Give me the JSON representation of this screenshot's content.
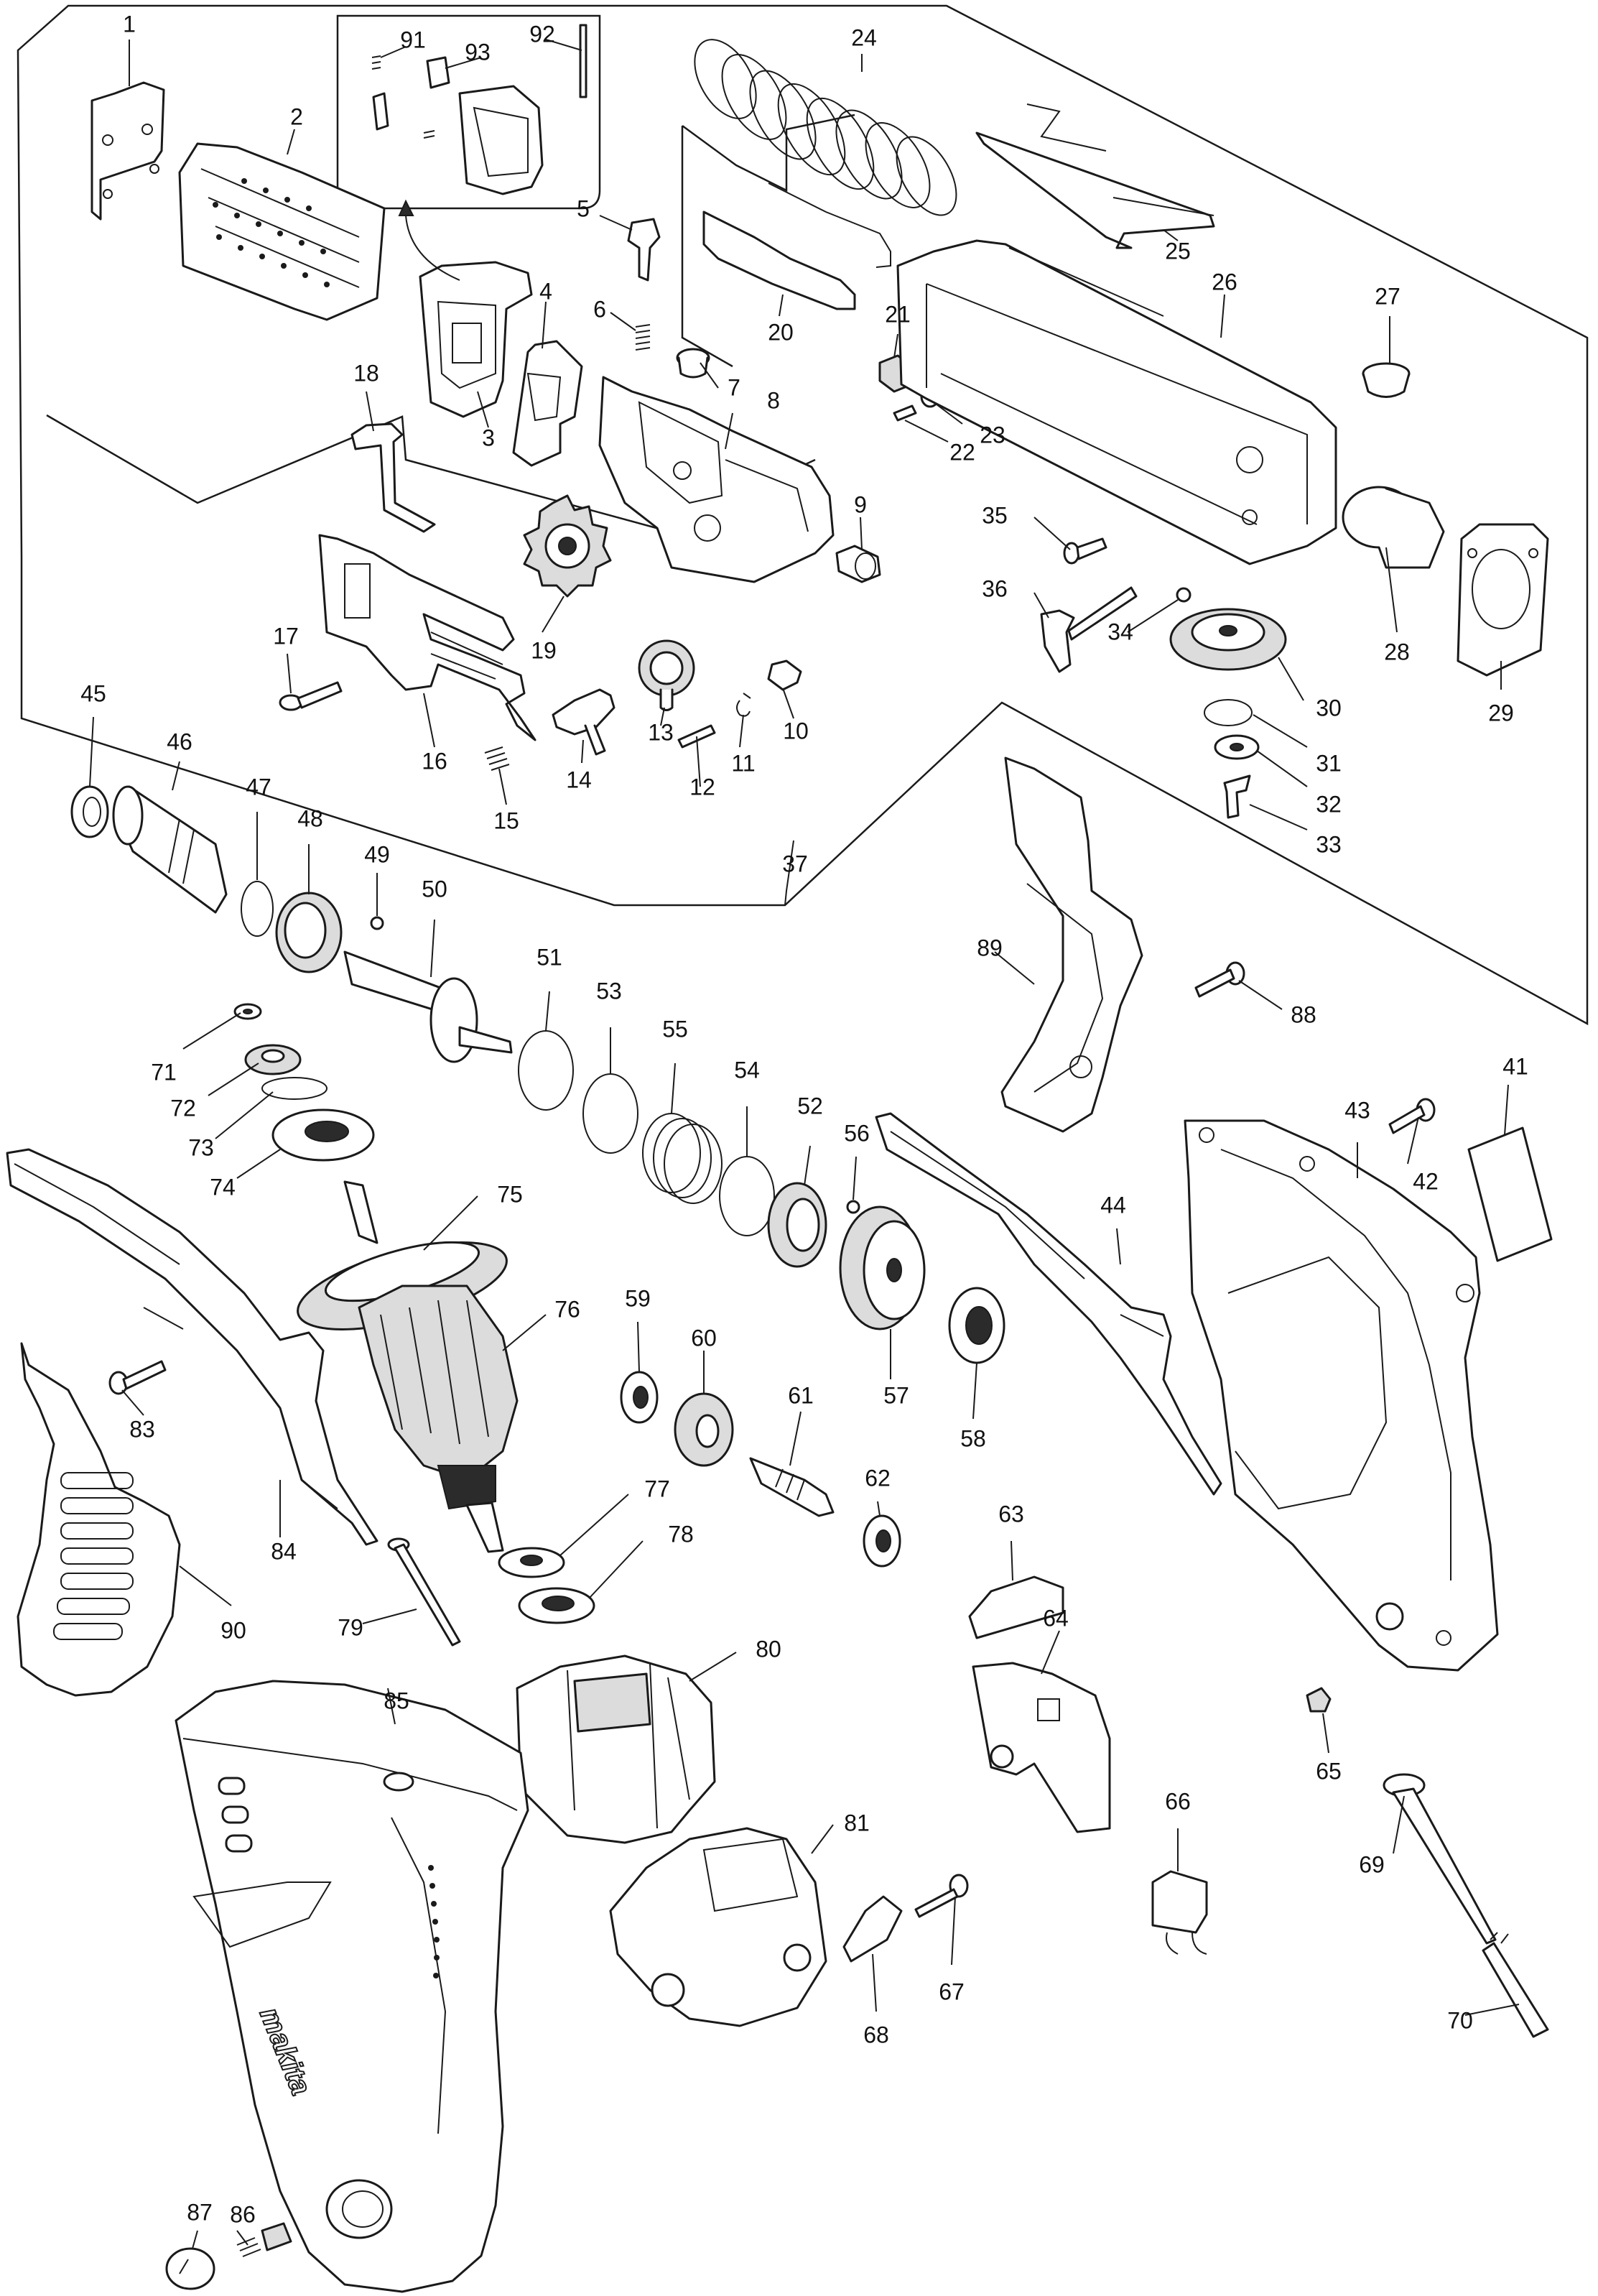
{
  "diagram": {
    "parts": [
      {
        "id": "p1",
        "label": "1"
      },
      {
        "id": "p2",
        "label": "2"
      },
      {
        "id": "p3",
        "label": "3"
      },
      {
        "id": "p4",
        "label": "4"
      },
      {
        "id": "p5",
        "label": "5"
      },
      {
        "id": "p6",
        "label": "6"
      },
      {
        "id": "p7",
        "label": "7"
      },
      {
        "id": "p8",
        "label": "8"
      },
      {
        "id": "p9",
        "label": "9"
      },
      {
        "id": "p10",
        "label": "10"
      },
      {
        "id": "p11",
        "label": "11"
      },
      {
        "id": "p12",
        "label": "12"
      },
      {
        "id": "p13",
        "label": "13"
      },
      {
        "id": "p14",
        "label": "14"
      },
      {
        "id": "p15",
        "label": "15"
      },
      {
        "id": "p16",
        "label": "16"
      },
      {
        "id": "p17",
        "label": "17"
      },
      {
        "id": "p18",
        "label": "18"
      },
      {
        "id": "p19",
        "label": "19"
      },
      {
        "id": "p20",
        "label": "20"
      },
      {
        "id": "p21",
        "label": "21"
      },
      {
        "id": "p22",
        "label": "22"
      },
      {
        "id": "p23",
        "label": "23"
      },
      {
        "id": "p24",
        "label": "24"
      },
      {
        "id": "p25",
        "label": "25"
      },
      {
        "id": "p26",
        "label": "26"
      },
      {
        "id": "p27",
        "label": "27"
      },
      {
        "id": "p28",
        "label": "28"
      },
      {
        "id": "p29",
        "label": "29"
      },
      {
        "id": "p30",
        "label": "30"
      },
      {
        "id": "p31",
        "label": "31"
      },
      {
        "id": "p32",
        "label": "32"
      },
      {
        "id": "p33",
        "label": "33"
      },
      {
        "id": "p34",
        "label": "34"
      },
      {
        "id": "p35",
        "label": "35"
      },
      {
        "id": "p36",
        "label": "36"
      },
      {
        "id": "p37",
        "label": "37"
      },
      {
        "id": "p41",
        "label": "41"
      },
      {
        "id": "p42",
        "label": "42"
      },
      {
        "id": "p43",
        "label": "43"
      },
      {
        "id": "p44",
        "label": "44"
      },
      {
        "id": "p45",
        "label": "45"
      },
      {
        "id": "p46",
        "label": "46"
      },
      {
        "id": "p47",
        "label": "47"
      },
      {
        "id": "p48",
        "label": "48"
      },
      {
        "id": "p49",
        "label": "49"
      },
      {
        "id": "p50",
        "label": "50"
      },
      {
        "id": "p51",
        "label": "51"
      },
      {
        "id": "p52",
        "label": "52"
      },
      {
        "id": "p53",
        "label": "53"
      },
      {
        "id": "p54",
        "label": "54"
      },
      {
        "id": "p55",
        "label": "55"
      },
      {
        "id": "p56",
        "label": "56"
      },
      {
        "id": "p57",
        "label": "57"
      },
      {
        "id": "p58",
        "label": "58"
      },
      {
        "id": "p59",
        "label": "59"
      },
      {
        "id": "p60",
        "label": "60"
      },
      {
        "id": "p61",
        "label": "61"
      },
      {
        "id": "p62",
        "label": "62"
      },
      {
        "id": "p63",
        "label": "63"
      },
      {
        "id": "p64",
        "label": "64"
      },
      {
        "id": "p65",
        "label": "65"
      },
      {
        "id": "p66",
        "label": "66"
      },
      {
        "id": "p67",
        "label": "67"
      },
      {
        "id": "p68",
        "label": "68"
      },
      {
        "id": "p69",
        "label": "69"
      },
      {
        "id": "p70",
        "label": "70"
      },
      {
        "id": "p71",
        "label": "71"
      },
      {
        "id": "p72",
        "label": "72"
      },
      {
        "id": "p73",
        "label": "73"
      },
      {
        "id": "p74",
        "label": "74"
      },
      {
        "id": "p75",
        "label": "75"
      },
      {
        "id": "p76",
        "label": "76"
      },
      {
        "id": "p77",
        "label": "77"
      },
      {
        "id": "p78",
        "label": "78"
      },
      {
        "id": "p79",
        "label": "79"
      },
      {
        "id": "p80",
        "label": "80"
      },
      {
        "id": "p81",
        "label": "81"
      },
      {
        "id": "p83",
        "label": "83"
      },
      {
        "id": "p84",
        "label": "84"
      },
      {
        "id": "p85",
        "label": "85"
      },
      {
        "id": "p86",
        "label": "86"
      },
      {
        "id": "p87",
        "label": "87"
      },
      {
        "id": "p88",
        "label": "88"
      },
      {
        "id": "p89",
        "label": "89"
      },
      {
        "id": "p90",
        "label": "90"
      },
      {
        "id": "p91",
        "label": "91"
      },
      {
        "id": "p92",
        "label": "92"
      },
      {
        "id": "p93",
        "label": "93"
      }
    ],
    "housing_logo": "makita"
  }
}
